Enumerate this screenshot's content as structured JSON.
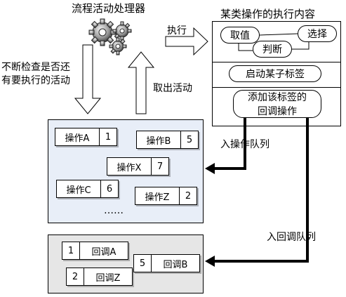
{
  "processor": {
    "title": "流程活动处理器"
  },
  "labels": {
    "check_line1": "不断检查是否还",
    "check_line2": "有要执行的活动",
    "take_out": "取出活动",
    "execute": "执行",
    "enqueue_op": "入操作队列",
    "enqueue_cb": "入回调队列"
  },
  "exec_panel": {
    "title": "某类操作的执行内容",
    "items": {
      "fetch": "取值",
      "select": "选择",
      "judge": "判断"
    },
    "start_tag": "启动某子标签",
    "add_cb_line1": "添加该标签的",
    "add_cb_line2": "回调操作"
  },
  "op_queue": {
    "items": [
      {
        "name": "操作A",
        "num": "1"
      },
      {
        "name": "操作B",
        "num": "5"
      },
      {
        "name": "操作X",
        "num": "7"
      },
      {
        "name": "操作C",
        "num": "6"
      },
      {
        "name": "操作Z",
        "num": "2"
      }
    ],
    "ellipsis": "……"
  },
  "cb_queue": {
    "items": [
      {
        "num": "1",
        "name": "回调A"
      },
      {
        "num": "5",
        "name": "回调B"
      },
      {
        "num": "2",
        "name": "回调Z"
      }
    ]
  },
  "colors": {
    "op_queue_bg": "#e8eef8",
    "cb_queue_bg": "#e6e6e6"
  }
}
